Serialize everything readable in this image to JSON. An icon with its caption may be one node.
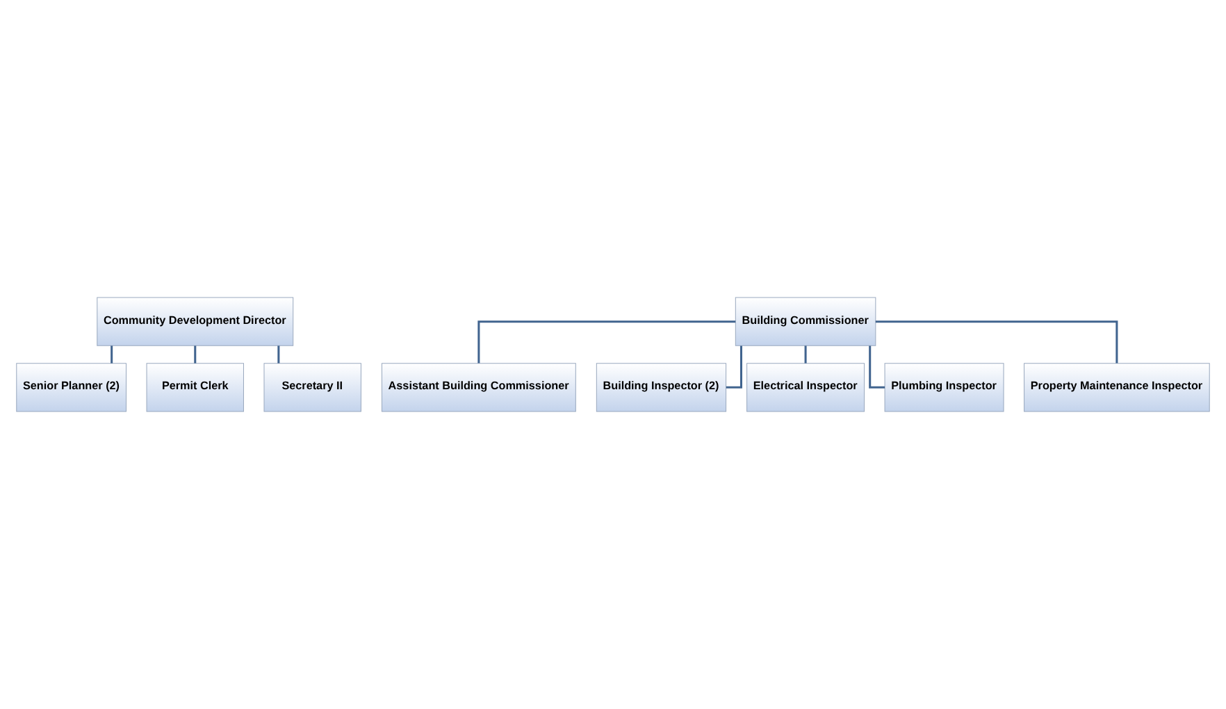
{
  "diagram": {
    "nodes": [
      {
        "text": [
          "Community Development Director"
        ]
      },
      {
        "text": [
          "Senior Planner (2)"
        ]
      },
      {
        "text": [
          "Permit Clerk"
        ]
      },
      {
        "text": [
          "Secretary II"
        ]
      },
      {
        "text": [
          "Building Commissioner"
        ]
      },
      {
        "text": [
          "Assistant Building Commissioner"
        ]
      },
      {
        "text": [
          "Building Inspector (2)"
        ]
      },
      {
        "text": [
          "Electrical Inspector"
        ]
      },
      {
        "text": [
          "Plumbing Inspector"
        ]
      },
      {
        "text": [
          "Property Maintenance Inspector"
        ]
      }
    ],
    "edges": [
      {
        "from": 0,
        "to": 1,
        "arrow": "none"
      },
      {
        "from": 0,
        "to": 2,
        "arrow": "none"
      },
      {
        "from": 0,
        "to": 3,
        "arrow": "none"
      },
      {
        "from": 4,
        "to": 5,
        "arrow": "none"
      },
      {
        "from": 4,
        "to": 6,
        "arrow": "none"
      },
      {
        "from": 4,
        "to": 7,
        "arrow": "none"
      },
      {
        "from": 4,
        "to": 8,
        "arrow": "none"
      },
      {
        "from": 4,
        "to": 9,
        "arrow": "none"
      }
    ]
  }
}
